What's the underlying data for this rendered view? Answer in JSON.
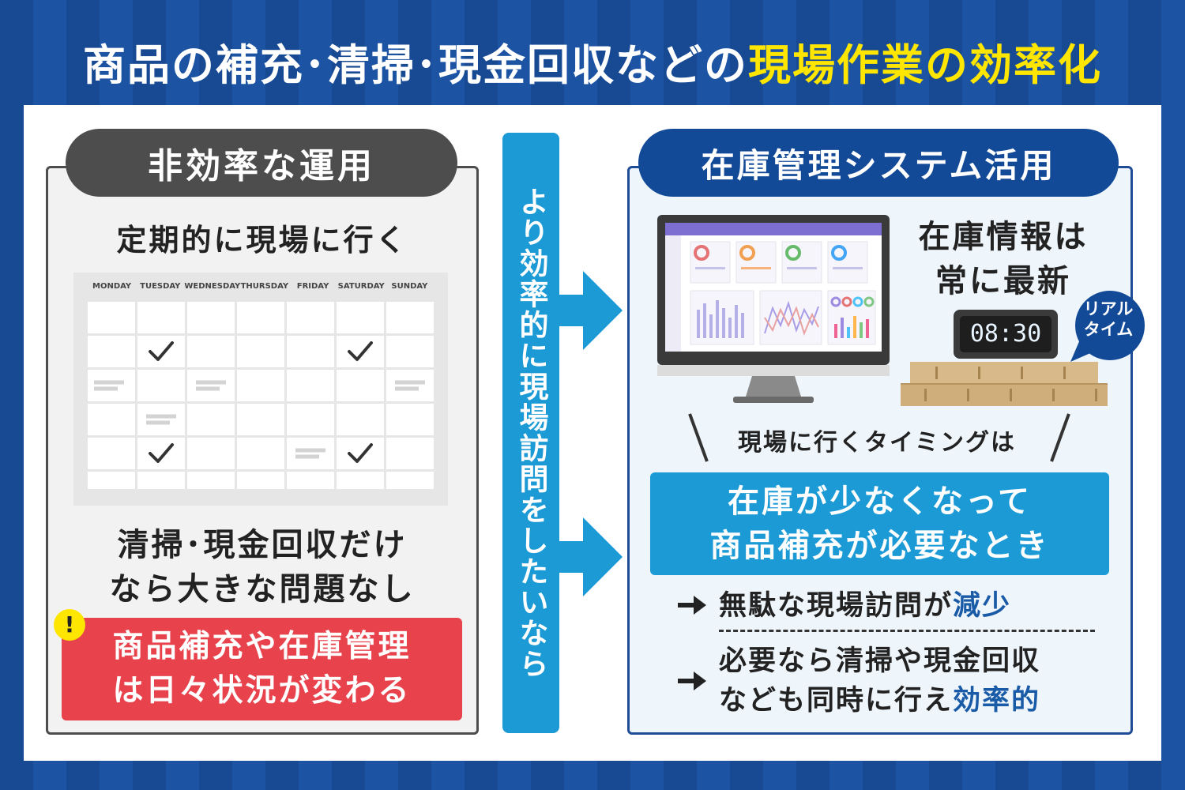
{
  "header": {
    "title_part1": "商品の補充･清掃･現金回収などの",
    "title_part2": "現場作業の効率化"
  },
  "left": {
    "pill": "非効率な運用",
    "subtitle": "定期的に現場に行く",
    "calendar_days": [
      "MONDAY",
      "TUESDAY",
      "WEDNESDAY",
      "THURSDAY",
      "FRIDAY",
      "SATURDAY",
      "SUNDAY"
    ],
    "mid_line1": "清掃･現金回収だけ",
    "mid_line2": "なら大きな問題なし",
    "alert_icon": "!",
    "alert_line1": "商品補充や在庫管理",
    "alert_line2": "は日々状況が変わる"
  },
  "middle": {
    "bar_text": "より効率的に現場訪問をしたいなら"
  },
  "right": {
    "pill": "在庫管理システム活用",
    "info_line1": "在庫情報は",
    "info_line2": "常に最新",
    "clock_time": "08:30",
    "realtime_line1": "リアル",
    "realtime_line2": "タイム",
    "timing": "現場に行くタイミングは",
    "callout_line1": "在庫が少なくなって",
    "callout_line2": "商品補充が必要なとき",
    "result1_text": "無駄な現場訪問が",
    "result1_emphasis": "減少",
    "result2_line1": "必要なら清掃や現金回収",
    "result2_line2": "なども同時に行え",
    "result2_emphasis": "効率的"
  },
  "colors": {
    "navy": "#134a97",
    "blue": "#1b9ad6",
    "red": "#e8434d",
    "yellow": "#ffe600",
    "gray": "#4d4d4d"
  }
}
